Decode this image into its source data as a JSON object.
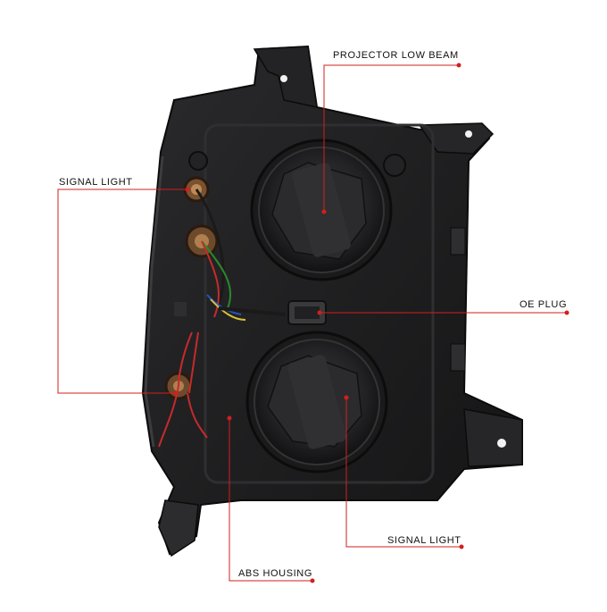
{
  "annotations": {
    "projector_low_beam": "PROJECTOR LOW BEAM",
    "signal_light_left": "SIGNAL LIGHT",
    "oe_plug": "OE PLUG",
    "signal_light_bottom": "SIGNAL LIGHT",
    "abs_housing": "ABS HOUSING"
  },
  "colors": {
    "callout_line": "#d21f1f",
    "housing": "#1c1c1e",
    "background": "#ffffff"
  }
}
